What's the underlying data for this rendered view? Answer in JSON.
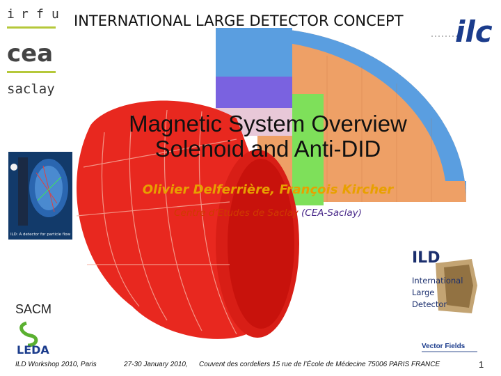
{
  "header": {
    "title": "INTERNATIONAL LARGE DETECTOR CONCEPT",
    "irfu_letters": [
      "i",
      "r",
      "f",
      "u"
    ],
    "cea_text": "cea",
    "saclay_text": "saclay",
    "ilc_text": "ilc"
  },
  "main": {
    "title_line1": "Magnetic System Overview",
    "title_line2": "Solenoid and Anti-DID",
    "authors": "Olivier Delferrière, François Kircher",
    "affiliation_center": "Centre d’Etudes de Saclay",
    "affiliation_inst": "(CEA-Saclay)"
  },
  "ild_badge": {
    "title": "ILD",
    "line1": "International",
    "line2": "Large",
    "line3": "Detector"
  },
  "ild_thumb": {
    "caption": "ILD: A detector for particle flow"
  },
  "sidebar": {
    "sacm": "SACM",
    "leda": "LEDA"
  },
  "vendor": {
    "name": "Vector Fields"
  },
  "footer": {
    "workshop": "ILD Workshop 2010, Paris",
    "dates": "27-30 January 2010,",
    "venue": "Couvent des cordeliers   15 rue de l’École de Médecine 75006 PARIS FRANCE",
    "page": "1"
  },
  "colors": {
    "solenoid_red": "#e8281f",
    "yoke_orange": "#eea066",
    "yoke_blue": "#5a9ee0",
    "endcap_green": "#7ee05a",
    "endcap_violet": "#7a62e0",
    "author_color": "#e8a000",
    "affiliation_color": "#d03a00",
    "inst_color": "#4a2a8a"
  }
}
